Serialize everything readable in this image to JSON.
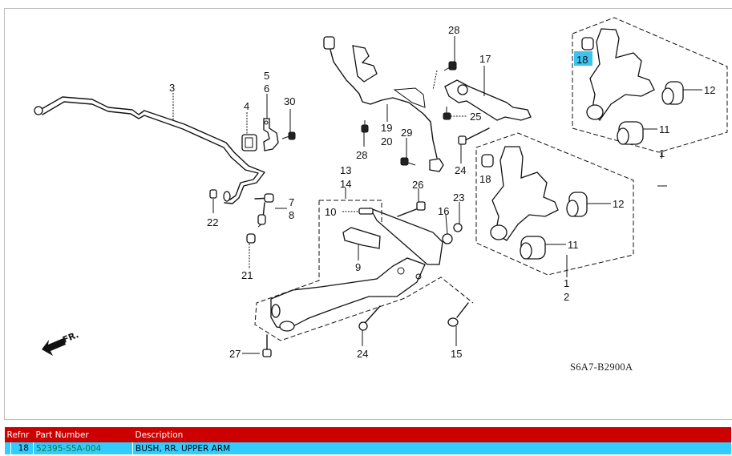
{
  "diagram": {
    "code": "S6A7-B2900A",
    "front_indicator": "FR.",
    "highlighted_ref": "18",
    "highlight_color": "#3ec3ef",
    "callouts": {
      "c1a": "1",
      "c2": "2",
      "c1b": "1",
      "c3": "3",
      "c4": "4",
      "c5": "5",
      "c6": "6",
      "c7": "7",
      "c8": "8",
      "c9": "9",
      "c10": "10",
      "c11a": "11",
      "c11b": "11",
      "c12a": "12",
      "c12b": "12",
      "c13": "13",
      "c14": "14",
      "c15": "15",
      "c16": "16",
      "c17": "17",
      "c18a": "18",
      "c18b": "18",
      "c19": "19",
      "c20": "20",
      "c21": "21",
      "c22": "22",
      "c23": "23",
      "c24a": "24",
      "c24b": "24",
      "c25": "25",
      "c26": "26",
      "c27": "27",
      "c28a": "28",
      "c28b": "28",
      "c29": "29",
      "c30": "30"
    }
  },
  "table": {
    "header_color": "#cc0000",
    "row_color": "#33ccff",
    "part_number_color": "#117a2e",
    "columns": {
      "refnr": "Refnr",
      "part_number": "Part Number",
      "description": "Description"
    },
    "rows": [
      {
        "refnr": "18",
        "part_number": "52395-S5A-004",
        "description": "BUSH, RR. UPPER ARM"
      }
    ]
  }
}
